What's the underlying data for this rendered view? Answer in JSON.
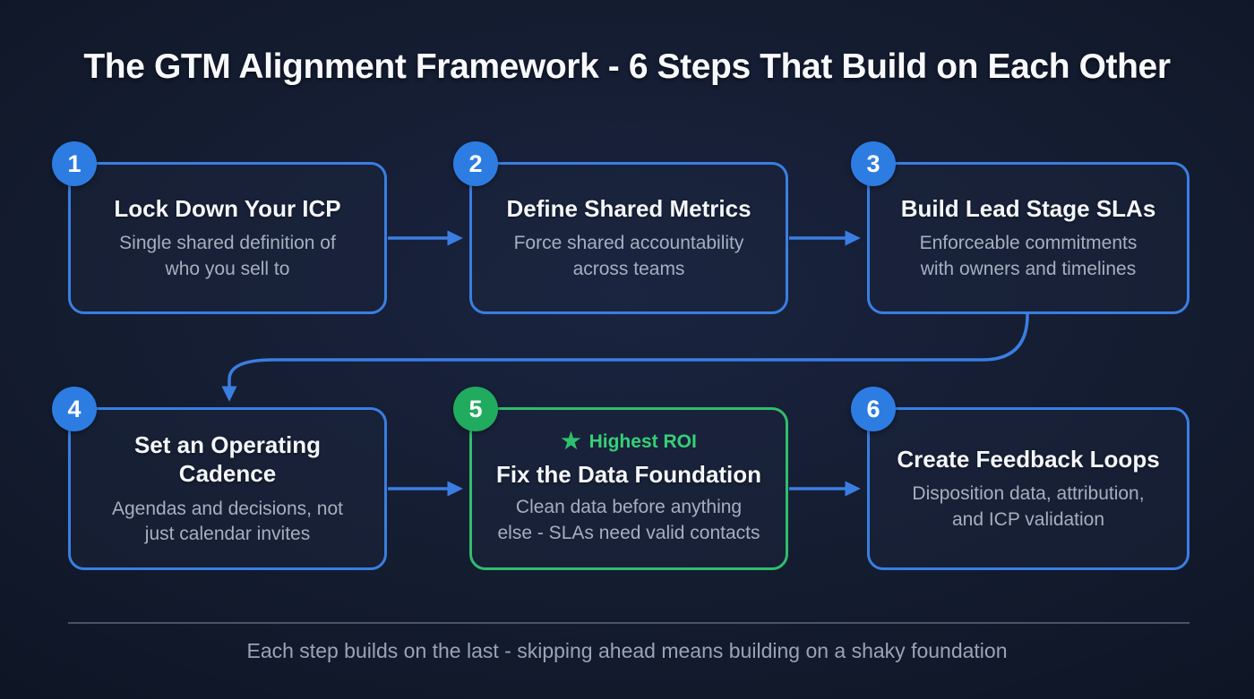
{
  "title": "The GTM Alignment Framework - 6 Steps That Build on Each Other",
  "steps": [
    {
      "number": "1",
      "title": "Lock Down Your ICP",
      "subtitle": "Single shared definition of\nwho you sell to",
      "accent": "blue"
    },
    {
      "number": "2",
      "title": "Define Shared Metrics",
      "subtitle": "Force shared accountability\nacross teams",
      "accent": "blue"
    },
    {
      "number": "3",
      "title": "Build Lead Stage SLAs",
      "subtitle": "Enforceable commitments\nwith owners and timelines",
      "accent": "blue"
    },
    {
      "number": "4",
      "title": "Set an Operating\nCadence",
      "subtitle": "Agendas and decisions, not\njust calendar invites",
      "accent": "blue"
    },
    {
      "number": "5",
      "title": "Fix the Data Foundation",
      "subtitle": "Clean data before anything\nelse - SLAs need valid contacts",
      "accent": "green",
      "highlight_label": "Highest ROI"
    },
    {
      "number": "6",
      "title": "Create Feedback Loops",
      "subtitle": "Disposition data, attribution,\nand ICP validation",
      "accent": "blue"
    }
  ],
  "footer": {
    "note": "Each step builds on the last - skipping ahead means building on a shaky foundation"
  },
  "icons": {
    "star": "★"
  },
  "colors": {
    "background": "#141c30",
    "blue_accent": "#3b7ee2",
    "blue_badge": "#2d7ce2",
    "green_accent": "#31bd6d",
    "green_badge": "#21ab5e",
    "green_label": "#35d078",
    "title_text": "#f7f9fc",
    "subtitle_text": "#a6afc0",
    "footer_text": "#9aa4b6"
  }
}
